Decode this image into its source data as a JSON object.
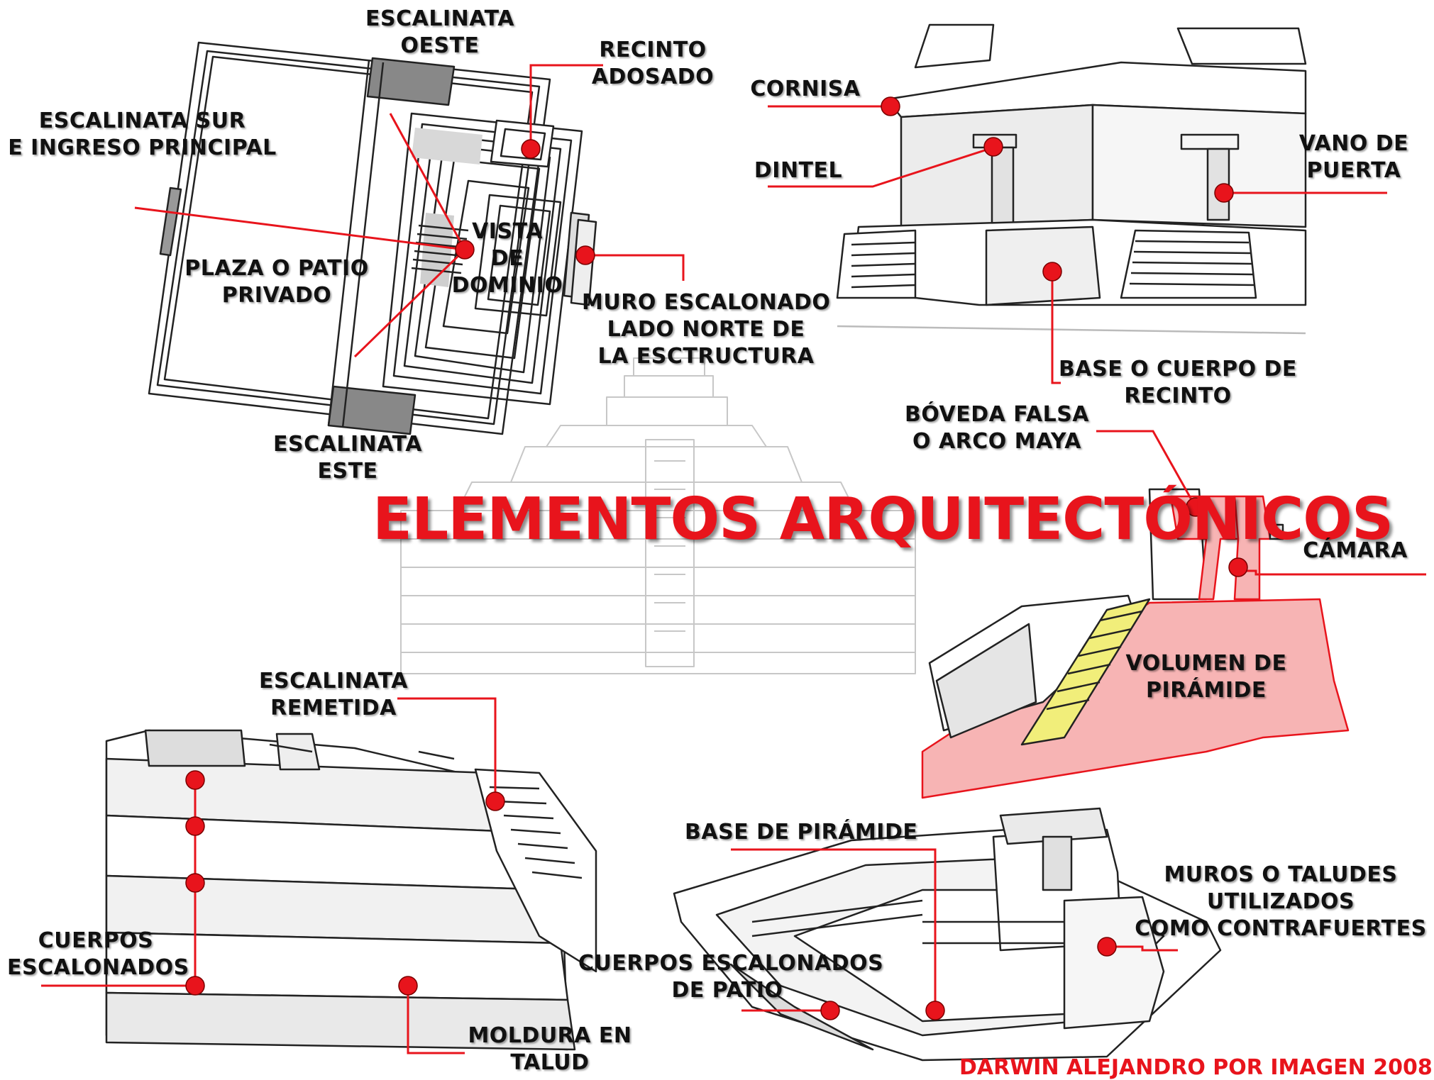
{
  "title": {
    "line1": "ELEMENTOS",
    "line2": "ARQUITECTÓNICOS"
  },
  "labels": {
    "escalinata_oeste": [
      "ESCALINATA",
      "OESTE"
    ],
    "recinto_adosado": [
      "RECINTO",
      "ADOSADO"
    ],
    "escalinata_sur": [
      "ESCALINATA SUR",
      "E INGRESO PRINCIPAL"
    ],
    "vista_dominio": [
      "VISTA",
      "DE",
      "DOMINIO"
    ],
    "plaza_patio": [
      "PLAZA O PATIO",
      "PRIVADO"
    ],
    "muro_escalonado": [
      "MURO ESCALONADO",
      "LADO NORTE DE",
      "LA ESCTRUCTURA"
    ],
    "escalinata_este": [
      "ESCALINATA",
      "ESTE"
    ],
    "cornisa": [
      "CORNISA"
    ],
    "dintel": [
      "DINTEL"
    ],
    "vano_puerta": [
      "VANO DE",
      "PUERTA"
    ],
    "base_recinto": [
      "BASE O CUERPO DE",
      "RECINTO"
    ],
    "boveda_falsa": [
      "BÓVEDA FALSA",
      "O ARCO MAYA"
    ],
    "camara": [
      "CÁMARA"
    ],
    "volumen_piramide": [
      "VOLUMEN DE",
      "PIRÁMIDE"
    ],
    "escalinata_remetida": [
      "ESCALINATA",
      "REMETIDA"
    ],
    "cuerpos_escalonados": [
      "CUERPOS",
      "ESCALONADOS"
    ],
    "moldura_talud": [
      "MOLDURA EN",
      "TALUD"
    ],
    "base_piramide": [
      "BASE DE PIRÁMIDE"
    ],
    "muros_taludes": [
      "MUROS O TALUDES",
      "UTILIZADOS",
      "COMO CONTRAFUERTES"
    ],
    "cuerpos_patio": [
      "CUERPOS ESCALONADOS",
      "DE PATIO"
    ]
  },
  "credit": "DARWIN ALEJANDRO POR IMAGEN 2008",
  "colors": {
    "accent": "#e8141c",
    "highlight_fill": "#f7b4b4",
    "stair_highlight": "#f1ee7a",
    "line": "#222222"
  }
}
